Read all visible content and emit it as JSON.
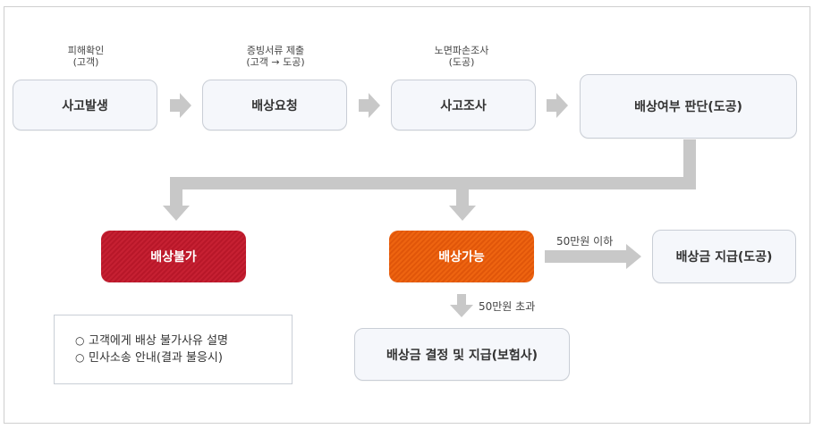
{
  "colors": {
    "arrow": "#c8c8c8",
    "box_bg": "#f5f7fb",
    "box_border": "#c9ced6",
    "red": "#c62032",
    "orange": "#ee6410"
  },
  "steps": [
    {
      "top_label": [
        "피해확인",
        "(고객)"
      ],
      "box": "사고발생"
    },
    {
      "top_label": [
        "증빙서류 제출",
        "(고객 → 도공)"
      ],
      "box": "배상요청"
    },
    {
      "top_label": [
        "노면파손조사",
        "(도공)"
      ],
      "box": "사고조사"
    },
    {
      "top_label": [],
      "box": "배상여부 판단(도공)"
    }
  ],
  "outcomes": {
    "rejected": {
      "box": "배상불가",
      "notes": [
        "고객에게 배상 불가사유 설명",
        "민사소송 안내(결과 불응시)"
      ],
      "bullet_icon": "circle-outline-icon"
    },
    "approved": {
      "box": "배상가능",
      "branch_small_label": "50만원 이하",
      "branch_small_box": "배상금 지급(도공)",
      "branch_large_label": "50만원 초과",
      "branch_large_box": "배상금 결정 및 지급(보험사)"
    }
  }
}
